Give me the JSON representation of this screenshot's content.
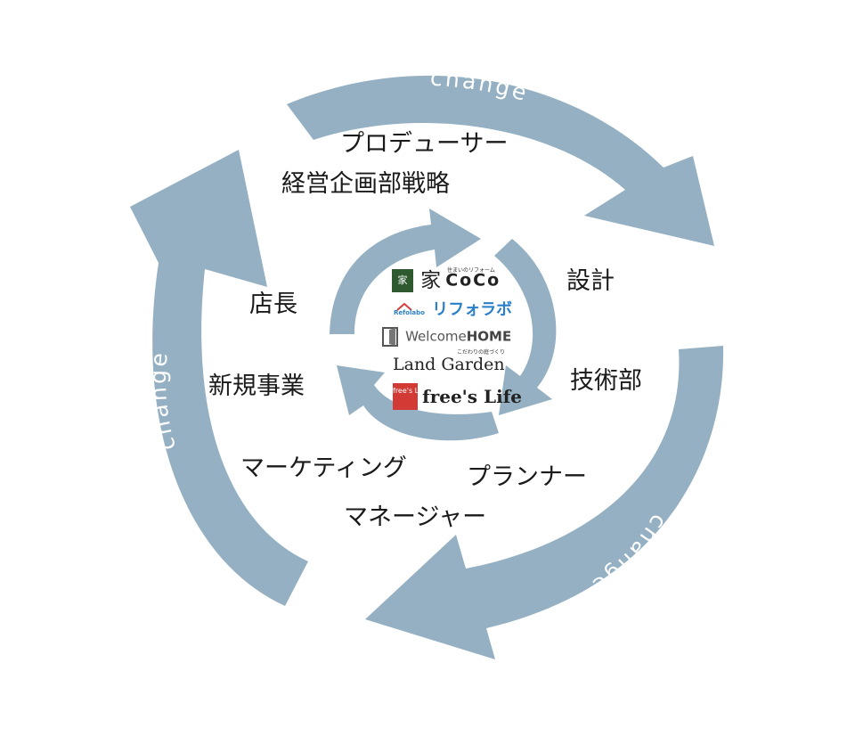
{
  "diagram": {
    "outer_arrows": [
      {
        "label": "change"
      },
      {
        "label": "change"
      },
      {
        "label": "change"
      }
    ],
    "roles": {
      "producer": "プロデューサー",
      "strategy": "経営企画部戦略",
      "design": "設計",
      "tech": "技術部",
      "planner": "プランナー",
      "manager": "マネージャー",
      "marketing": "マーケティング",
      "new_business": "新規事業",
      "store_manager": "店長"
    },
    "brands": {
      "iecoco": {
        "icon_char": "家",
        "name": "家",
        "latin": "CoCo",
        "tagline": "住まいのリフォーム"
      },
      "refolabo": {
        "icon_text": "Refolabo",
        "name": "リフォラボ"
      },
      "welcome_home": {
        "name_a": "Welcome",
        "name_b": "HOME"
      },
      "land_garden": {
        "name": "Land Garden",
        "tagline": "こだわりの庭づくり"
      },
      "frees_life": {
        "icon_text": "free's Life",
        "name": "free's Life"
      }
    },
    "colors": {
      "arrow": "#94b0c2",
      "iecoco_green": "#2f5a2f",
      "refolabo_blue": "#2a7fc9",
      "refolabo_red": "#d64040",
      "frees_red": "#d23a35"
    }
  }
}
